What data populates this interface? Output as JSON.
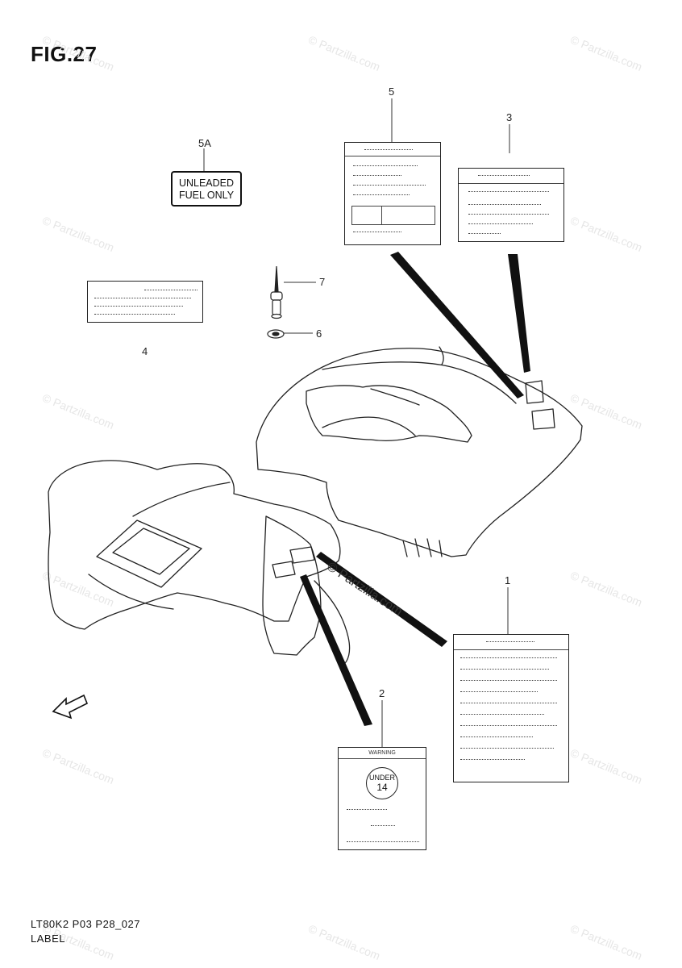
{
  "figure": {
    "title": "FIG.27",
    "code": "LT80K2 P03 P28_027",
    "name": "LABEL"
  },
  "callouts": [
    "5A",
    "5",
    "3",
    "7",
    "4",
    "6",
    "1",
    "2"
  ],
  "labels": {
    "unleaded_line1": "UNLEADED",
    "unleaded_line2": "FUEL ONLY",
    "warning_2_header": "WARNING",
    "under_14_line1": "UNDER",
    "under_14_line2": "14"
  },
  "direction_marker": "FWD",
  "watermark": "© Partzilla.com"
}
